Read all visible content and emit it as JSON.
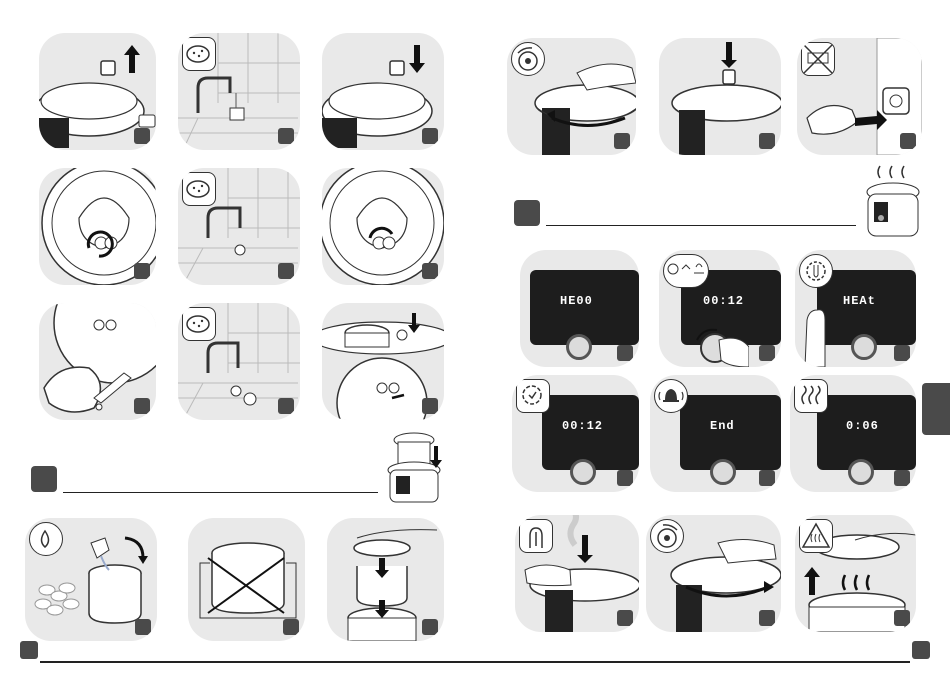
{
  "displays": {
    "d1": "HE00",
    "d2": "00:12",
    "d3": "HEAt",
    "d4": "00:12",
    "d5": "End",
    "d6": "0:06"
  }
}
